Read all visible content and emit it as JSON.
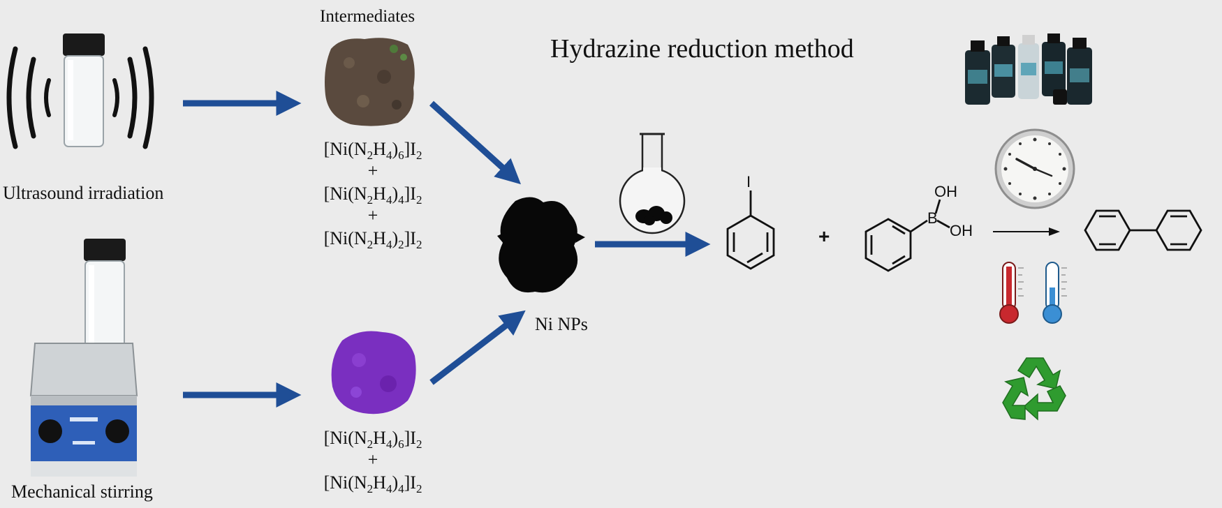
{
  "title": "Hydrazine reduction method",
  "labels": {
    "intermediates": "Intermediates",
    "ultrasound": "Ultrasound irradiation",
    "mechanical": "Mechanical stirring",
    "ni_nps": "Ni NPs",
    "plus": "+"
  },
  "formulas_top": [
    {
      "pre": "[Ni(N",
      "s1": "2",
      "mid": "H",
      "s2": "4",
      "post": ")",
      "s3": "6",
      "end": "]I",
      "s4": "2"
    },
    {
      "pre": "[Ni(N",
      "s1": "2",
      "mid": "H",
      "s2": "4",
      "post": ")",
      "s3": "4",
      "end": "]I",
      "s4": "2"
    },
    {
      "pre": "[Ni(N",
      "s1": "2",
      "mid": "H",
      "s2": "4",
      "post": ")",
      "s3": "2",
      "end": "]I",
      "s4": "2"
    }
  ],
  "formulas_bottom": [
    {
      "pre": "[Ni(N",
      "s1": "2",
      "mid": "H",
      "s2": "4",
      "post": ")",
      "s3": "6",
      "end": "]I",
      "s4": "2"
    },
    {
      "pre": "[Ni(N",
      "s1": "2",
      "mid": "H",
      "s2": "4",
      "post": ")",
      "s3": "4",
      "end": "]I",
      "s4": "2"
    }
  ],
  "chem": {
    "iodo": "I",
    "boron": "B",
    "oh1": "OH",
    "oh2": "OH",
    "reaction_plus": "+"
  },
  "colors": {
    "arrow": "#1f4e96",
    "background": "#ebebeb",
    "purple_powder": "#7a2fc0",
    "brown_powder": "#5a4a3e",
    "black_powder": "#080808"
  },
  "icons": [
    "ultrasound-vial-icon",
    "stirrer-vial-icon",
    "intermediate-brown-powder-icon",
    "intermediate-purple-powder-icon",
    "ni-nps-powder-icon",
    "round-bottom-flask-icon",
    "reagent-bottles-icon",
    "wall-clock-icon",
    "hot-thermometer-icon",
    "cold-thermometer-icon",
    "recycle-icon"
  ]
}
